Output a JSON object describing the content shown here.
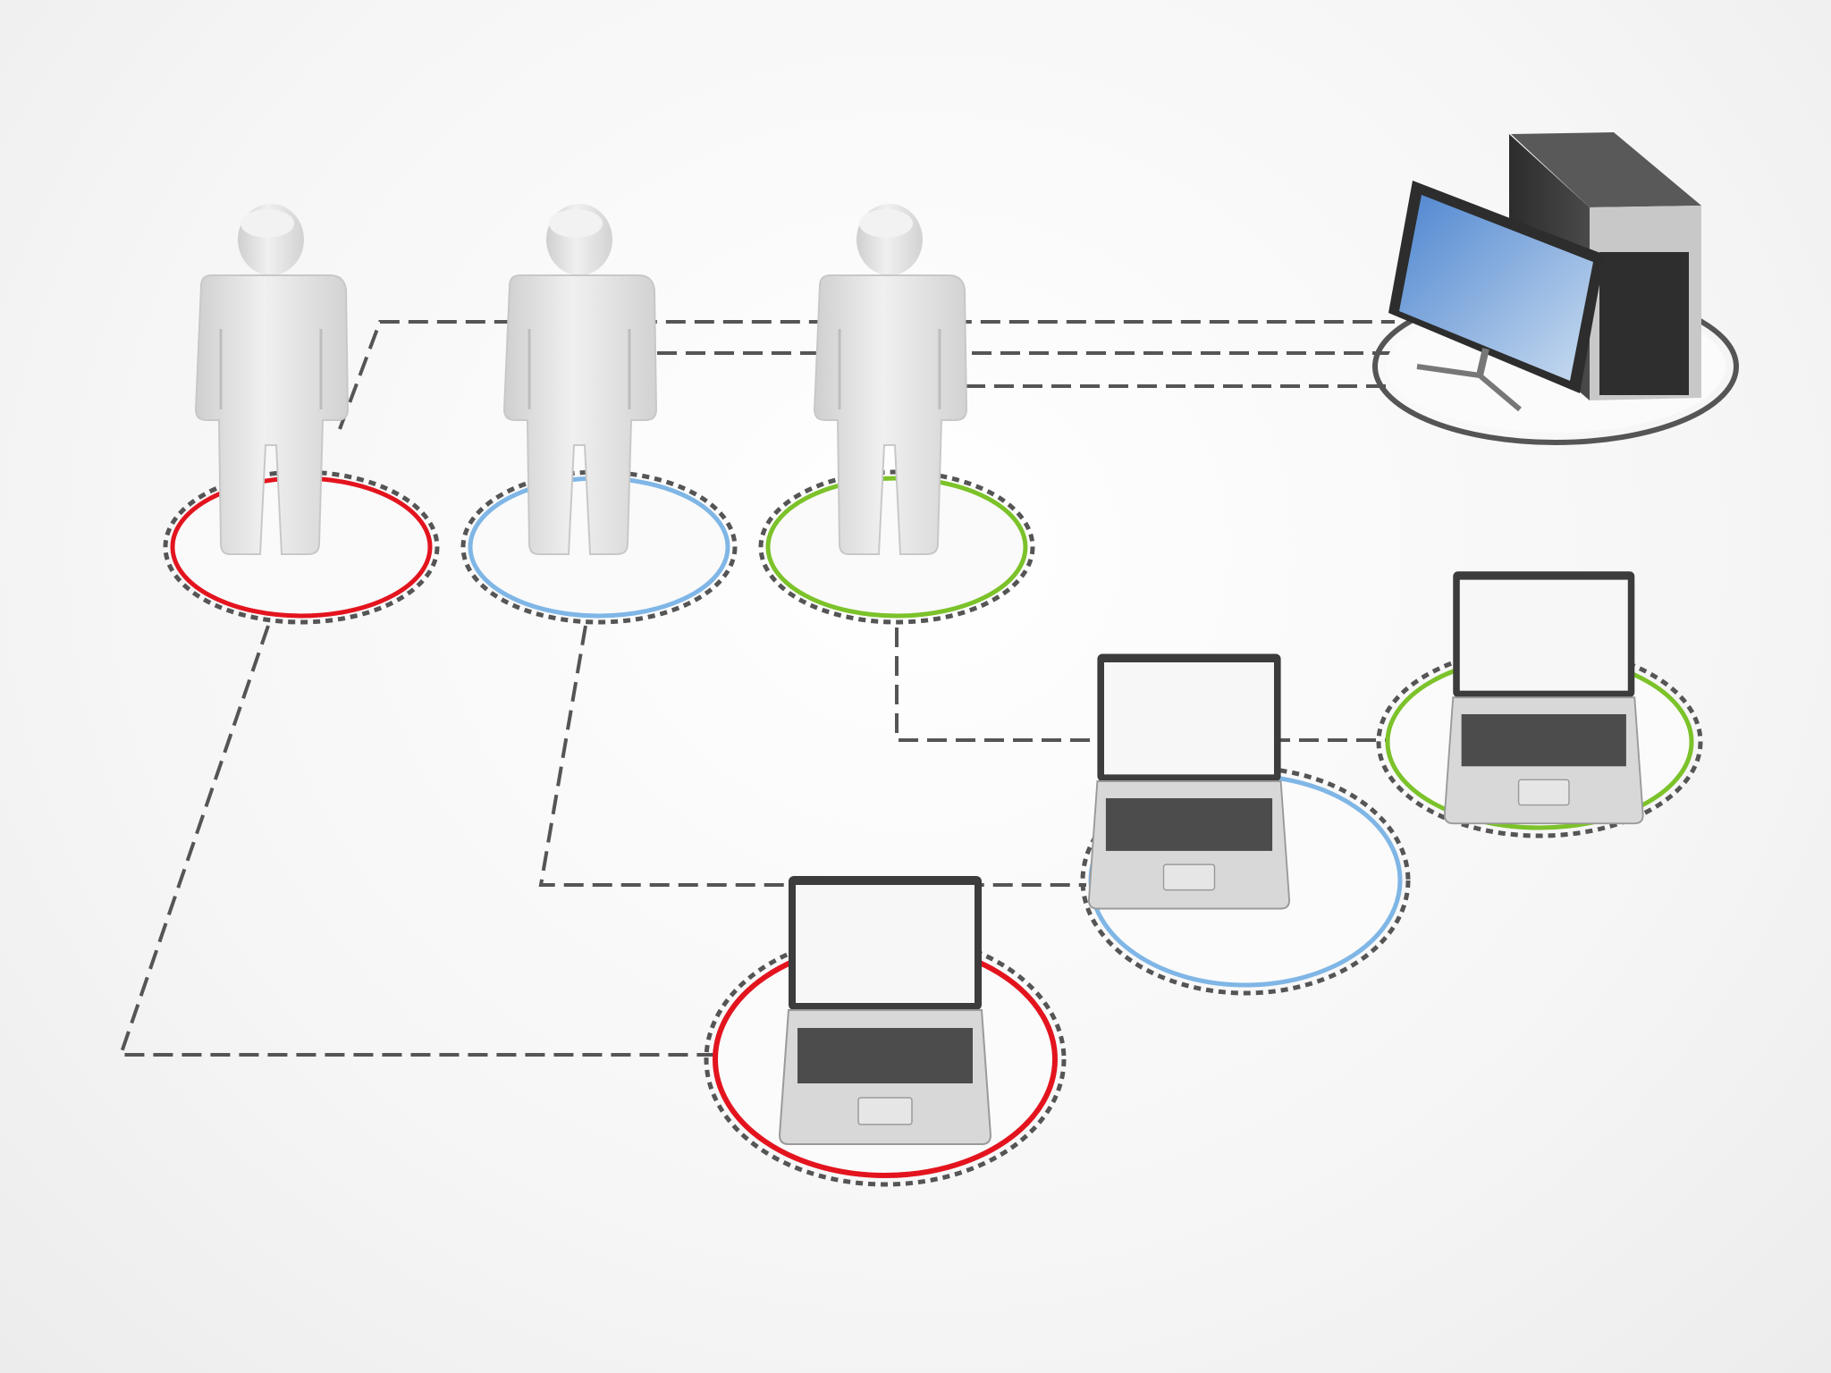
{
  "colors": {
    "background": "#f4f4f4",
    "connector": "#555555",
    "red": "#e3141e",
    "blue": "#7fb6e6",
    "green": "#7cc22a",
    "figure": "#e2e2e2",
    "dark_device": "#3a3a3a",
    "screen_blue": "#6fa2da"
  },
  "nodes": {
    "users": [
      {
        "id": "user-1",
        "ring": "red"
      },
      {
        "id": "user-2",
        "ring": "blue"
      },
      {
        "id": "user-3",
        "ring": "green"
      }
    ],
    "laptops": [
      {
        "id": "laptop-1",
        "ring": "red",
        "connected_to": "user-1"
      },
      {
        "id": "laptop-2",
        "ring": "blue",
        "connected_to": "user-2"
      },
      {
        "id": "laptop-3",
        "ring": "green",
        "connected_to": "user-3"
      }
    ],
    "server": {
      "id": "server",
      "icon": "desktop-server-icon",
      "connected_to": [
        "user-1",
        "user-2",
        "user-3"
      ]
    }
  }
}
